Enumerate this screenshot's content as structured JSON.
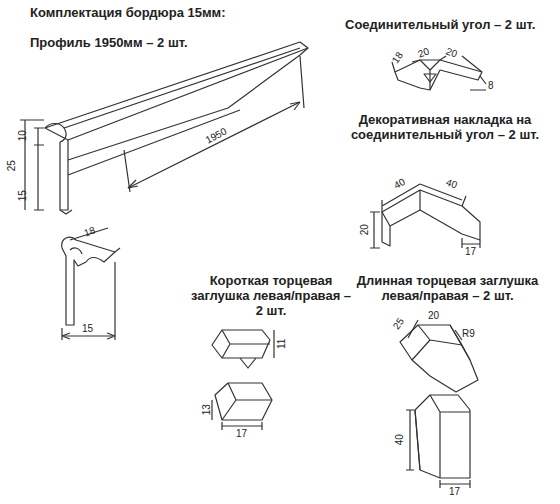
{
  "diagram": {
    "title": "Комплектация бордюра 15мм:",
    "labels": [
      "Профиль 1950мм – 2 шт.",
      "10",
      "25",
      "15",
      "1950",
      "18",
      "15",
      "Соединительный угол – 2 шт.",
      "18",
      "20",
      "20",
      "8",
      "Декоративная накладка на соединительный угол – 2 шт.",
      "40",
      "40",
      "20",
      "17",
      "Короткая торцевая заглушка левая/правая – 2 шт.",
      "11",
      "13",
      "17",
      "Длинная торцевая заглушка левая/правая – 2 шт.",
      "25",
      "20",
      "R9",
      "40",
      "17"
    ]
  }
}
